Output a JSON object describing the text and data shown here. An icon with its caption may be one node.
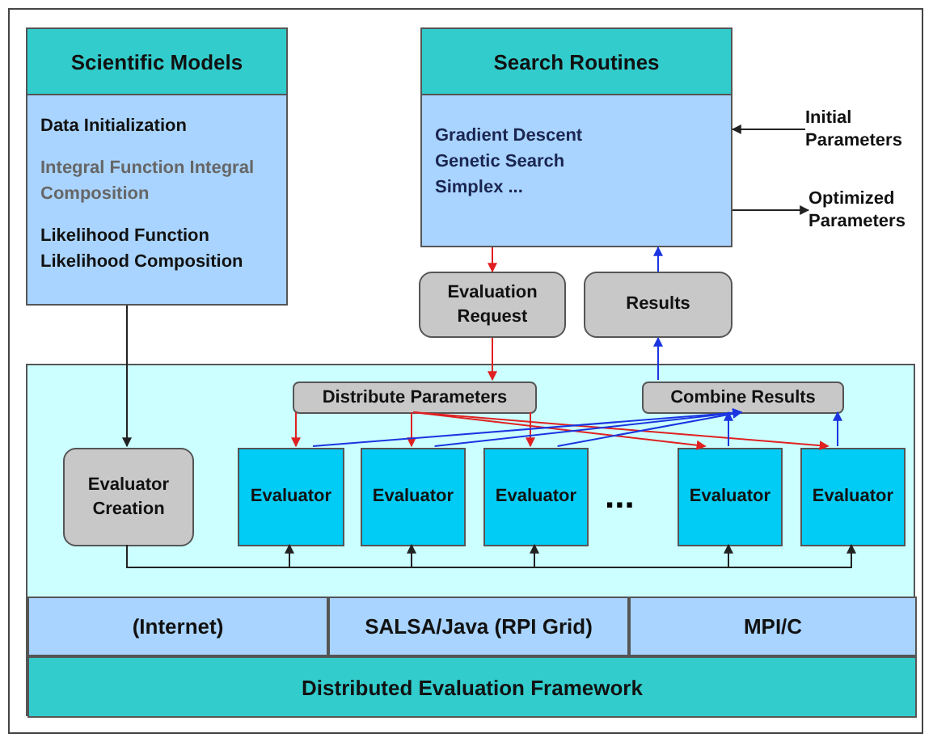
{
  "diagram": {
    "nodes": [
      {
        "text": [
          "Scientific Models",
          "Data Initialization",
          "Integral Function Integral Composition",
          "Likelihood Function Likelihood Composition"
        ]
      },
      {
        "text": [
          "Search Routines",
          "Gradient Descent Genetic Search Simplex ..."
        ]
      },
      {
        "text": [
          "Initial Parameters"
        ]
      },
      {
        "text": [
          "Optimized Parameters"
        ]
      },
      {
        "text": [
          "Evaluation Request"
        ]
      },
      {
        "text": [
          "Results"
        ]
      },
      {
        "text": [],
        "shape": "box"
      },
      {
        "text": [
          "Distribute Parameters"
        ],
        "in": 6
      },
      {
        "text": [
          "Combine Results"
        ],
        "in": 6
      },
      {
        "text": [
          "Evaluator Creation"
        ],
        "in": 6
      },
      {
        "text": [
          "Evaluator"
        ],
        "in": 6
      },
      {
        "text": [
          "Evaluator"
        ],
        "in": 6
      },
      {
        "text": [
          "Evaluator"
        ],
        "in": 6
      },
      {
        "text": [
          "Evaluator"
        ],
        "in": 6
      },
      {
        "text": [
          "Evaluator"
        ],
        "in": 6
      },
      {
        "text": [
          "(Internet)"
        ],
        "in": 6
      },
      {
        "text": [
          "SALSA/Java (RPI Grid)"
        ],
        "in": 6
      },
      {
        "text": [
          "MPI/C"
        ],
        "in": 6
      },
      {
        "text": [
          "Distributed Evaluation Framework"
        ],
        "in": 6
      }
    ],
    "edges": [
      {
        "from": 0,
        "to": 9,
        "arrow": "to"
      },
      {
        "from": 2,
        "to": 1,
        "arrow": "to"
      },
      {
        "from": 1,
        "to": 3,
        "arrow": "to"
      },
      {
        "from": 1,
        "to": 4,
        "arrow": "to",
        "color": "#e02020"
      },
      {
        "from": 5,
        "to": 1,
        "arrow": "to",
        "color": "#1a35e0"
      },
      {
        "from": 4,
        "to": 7,
        "arrow": "to",
        "color": "#e02020"
      },
      {
        "from": 8,
        "to": 5,
        "arrow": "to",
        "color": "#1a35e0"
      },
      {
        "from": 7,
        "to": 10,
        "arrow": "to",
        "color": "#e02020"
      },
      {
        "from": 7,
        "to": 11,
        "arrow": "to",
        "color": "#e02020"
      },
      {
        "from": 7,
        "to": 12,
        "arrow": "to",
        "color": "#e02020"
      },
      {
        "from": 7,
        "to": 13,
        "arrow": "to",
        "color": "#e02020"
      },
      {
        "from": 7,
        "to": 14,
        "arrow": "to",
        "color": "#e02020"
      },
      {
        "from": 10,
        "to": 8,
        "arrow": "to",
        "color": "#1a35e0"
      },
      {
        "from": 11,
        "to": 8,
        "arrow": "to",
        "color": "#1a35e0"
      },
      {
        "from": 12,
        "to": 8,
        "arrow": "to",
        "color": "#1a35e0"
      },
      {
        "from": 13,
        "to": 8,
        "arrow": "to",
        "color": "#1a35e0"
      },
      {
        "from": 14,
        "to": 8,
        "arrow": "to",
        "color": "#1a35e0"
      },
      {
        "from": 9,
        "to": 10,
        "arrow": "to"
      },
      {
        "from": 9,
        "to": 11,
        "arrow": "to"
      },
      {
        "from": 9,
        "to": 12,
        "arrow": "to"
      },
      {
        "from": 9,
        "to": 13,
        "arrow": "to"
      },
      {
        "from": 9,
        "to": 14,
        "arrow": "to"
      }
    ],
    "labels": [
      "..."
    ]
  }
}
